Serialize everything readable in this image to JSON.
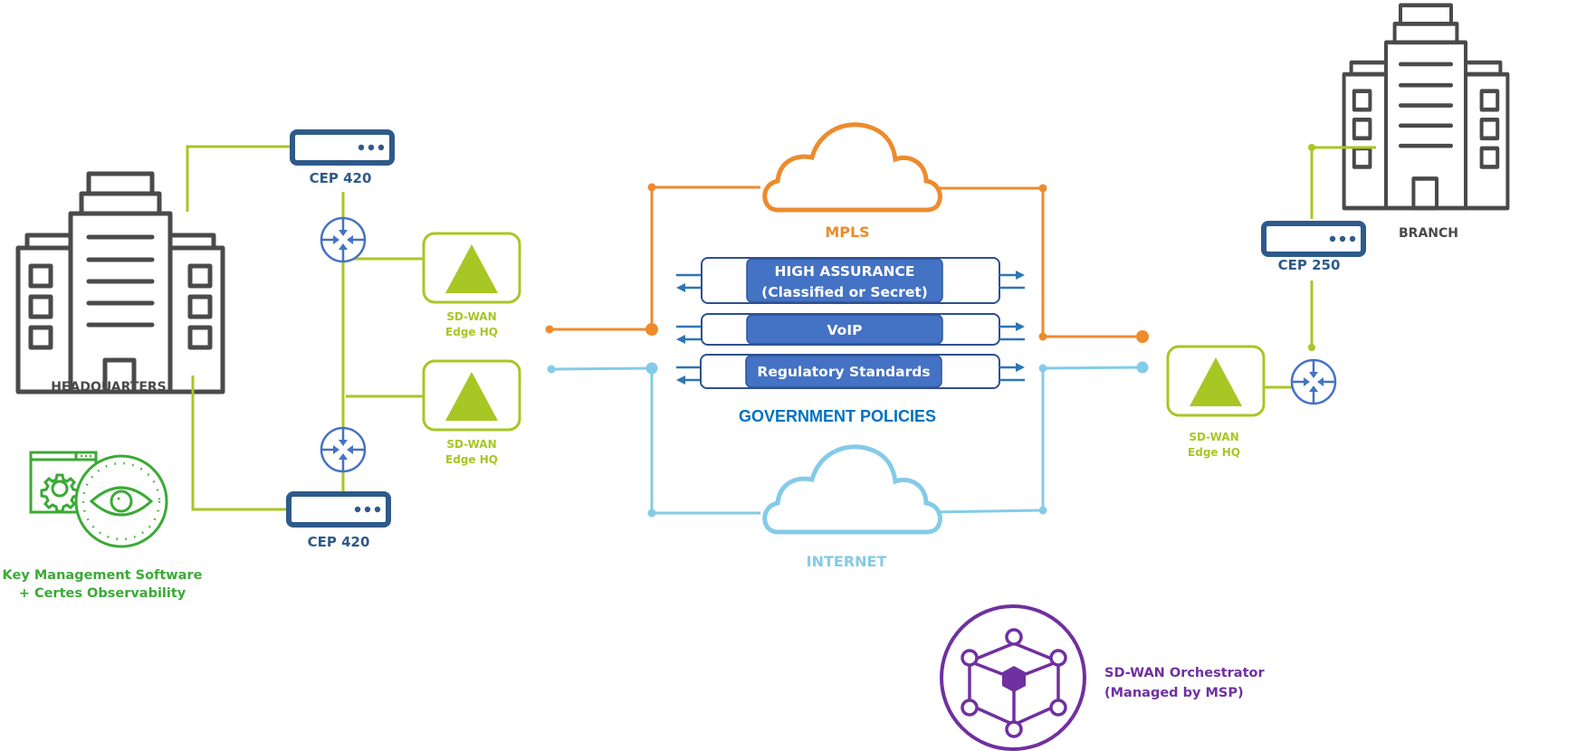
{
  "colors": {
    "building": "#4A4A4A",
    "device": "#2E5A8A",
    "router": "#4472C4",
    "sdwan_green": "#A8C624",
    "mpls_orange": "#ED8B2D",
    "internet_blue": "#84CBE8",
    "policy_fill": "#4472C4",
    "government_text": "#0070C0",
    "key_mgmt_green": "#3AAA35",
    "orchestrator_purple": "#7030A0"
  },
  "headquarters": {
    "label": "HEADQUARTERS",
    "icon": "building-icon",
    "devices": {
      "cep_top": {
        "label": "CEP 420",
        "icon": "encryptor-appliance-icon"
      },
      "cep_bottom": {
        "label": "CEP 420",
        "icon": "encryptor-appliance-icon"
      },
      "router_top": {
        "icon": "router-icon"
      },
      "router_bottom": {
        "icon": "router-icon"
      },
      "edge_top": {
        "line1": "SD-WAN",
        "line2": "Edge HQ",
        "icon": "sdwan-edge-icon"
      },
      "edge_bottom": {
        "line1": "SD-WAN",
        "line2": "Edge HQ",
        "icon": "sdwan-edge-icon"
      }
    }
  },
  "key_management": {
    "line1": "Key Management Software",
    "line2": "+ Certes Observability",
    "icon": "observability-eye-gear-icon"
  },
  "networks": {
    "mpls": {
      "label": "MPLS",
      "icon": "cloud-icon"
    },
    "internet": {
      "label": "INTERNET",
      "icon": "cloud-icon"
    }
  },
  "policies": {
    "title": "GOVERNMENT POLICIES",
    "items": [
      {
        "line1": "HIGH ASSURANCE",
        "line2": "(Classified or Secret)"
      },
      {
        "line1": "VoIP"
      },
      {
        "line1": "Regulatory Standards"
      }
    ]
  },
  "branch": {
    "label": "BRANCH",
    "icon": "building-icon",
    "devices": {
      "cep": {
        "label": "CEP 250",
        "icon": "encryptor-appliance-icon"
      },
      "router": {
        "icon": "router-icon"
      },
      "edge": {
        "line1": "SD-WAN",
        "line2": "Edge HQ",
        "icon": "sdwan-edge-icon"
      }
    }
  },
  "orchestrator": {
    "line1": "SD-WAN Orchestrator",
    "line2": "(Managed by MSP)",
    "icon": "orchestrator-hexagon-network-icon"
  }
}
